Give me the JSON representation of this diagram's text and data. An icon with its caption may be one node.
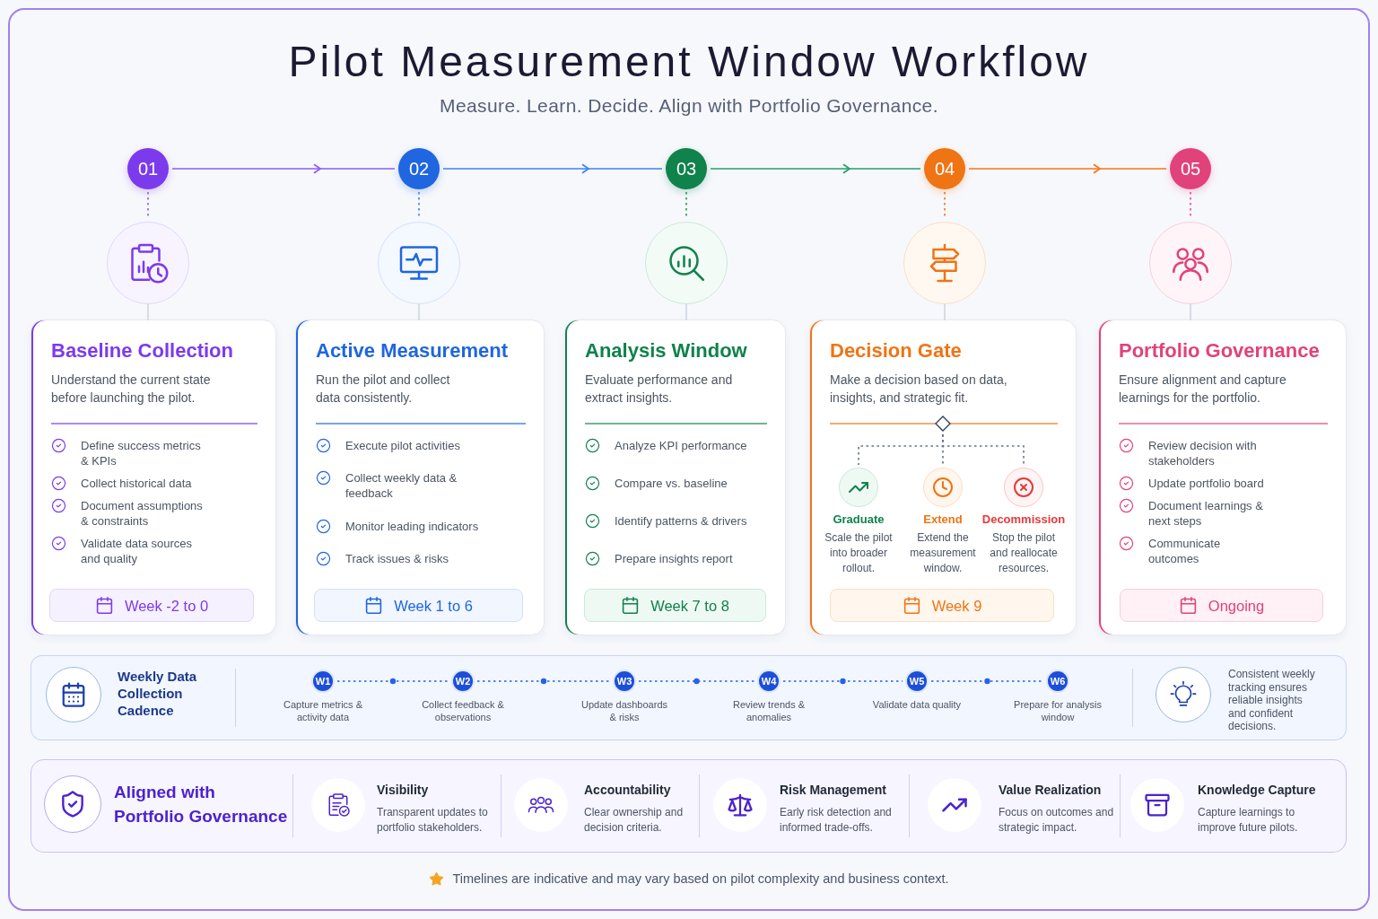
{
  "diagram": {
    "title": "Pilot Measurement Window Workflow",
    "nodes": [
      {
        "text": [
          "01"
        ]
      },
      {
        "text": [
          "02"
        ]
      },
      {
        "text": [
          "03"
        ]
      },
      {
        "text": [
          "04"
        ]
      },
      {
        "text": [
          "05"
        ]
      },
      {
        "text": [],
        "shape": "circle"
      },
      {
        "text": [],
        "shape": "circle"
      },
      {
        "text": [],
        "shape": "circle"
      },
      {
        "text": [],
        "shape": "circle"
      },
      {
        "text": [],
        "shape": "circle"
      },
      {
        "text": [
          "Baseline Collection",
          "Understand the current state before launching the pilot.",
          "Define success metrics & KPIs",
          "Collect historical data",
          "Document assumptions & constraints",
          "Validate data sources and quality"
        ]
      },
      {
        "text": [
          "Week -2 to 0"
        ],
        "in": 10
      },
      {
        "text": [
          "Active Measurement",
          "Run the pilot and collect data consistently.",
          "Execute pilot activities",
          "Collect weekly data & feedback",
          "Monitor leading indicators",
          "Track issues & risks"
        ]
      },
      {
        "text": [
          "Week 1 to 6"
        ],
        "in": 12
      },
      {
        "text": [
          "Analysis Window",
          "Evaluate performance and extract insights.",
          "Analyze KPI performance",
          "Compare vs. baseline",
          "Identify patterns & drivers",
          "Prepare insights report"
        ]
      },
      {
        "text": [
          "Week 7 to 8"
        ],
        "in": 14
      },
      {
        "text": [
          "Decision Gate",
          "Make a decision based on data, insights, and strategic fit."
        ]
      },
      {
        "text": [],
        "shape": "diamond",
        "in": 16
      },
      {
        "text": [],
        "shape": "circle",
        "in": 16,
        "beside": [
          "Graduate",
          "Scale the pilot into broader rollout."
        ]
      },
      {
        "text": [],
        "shape": "circle",
        "in": 16,
        "beside": [
          "Extend",
          "Extend the measurement window."
        ]
      },
      {
        "text": [],
        "shape": "circle",
        "in": 16,
        "beside": [
          "Decommission",
          "Stop the pilot and reallocate resources."
        ]
      },
      {
        "text": [
          "Week 9"
        ],
        "in": 16
      },
      {
        "text": [
          "Portfolio Governance",
          "Ensure alignment and capture learnings for the portfolio.",
          "Review decision with stakeholders",
          "Update portfolio board",
          "Document learnings & next steps",
          "Communicate outcomes"
        ]
      },
      {
        "text": [
          "Ongoing"
        ],
        "in": 22
      },
      {
        "text": [
          "Weekly Data Collection Cadence",
          "Consistent weekly tracking ensures reliable insights and confident decisions."
        ]
      },
      {
        "text": [
          "W1"
        ],
        "in": 24,
        "beside": [
          "Capture metrics & activity data"
        ]
      },
      {
        "text": [
          "W2"
        ],
        "in": 24,
        "beside": [
          "Collect feedback & observations"
        ]
      },
      {
        "text": [
          "W3"
        ],
        "in": 24,
        "beside": [
          "Update dashboards & risks"
        ]
      },
      {
        "text": [
          "W4"
        ],
        "in": 24,
        "beside": [
          "Review trends & anomalies"
        ]
      },
      {
        "text": [
          "W5"
        ],
        "in": 24,
        "beside": [
          "Validate data quality"
        ]
      },
      {
        "text": [
          "W6"
        ],
        "in": 24,
        "beside": [
          "Prepare for analysis window"
        ]
      },
      {
        "text": [
          "Aligned with Portfolio Governance",
          "Visibility",
          "Transparent updates to portfolio stakeholders.",
          "Accountability",
          "Clear ownership and decision criteria.",
          "Risk Management",
          "Early risk detection and informed trade-offs.",
          "Value Realization",
          "Focus on outcomes and strategic impact.",
          "Knowledge Capture",
          "Capture learnings to improve future pilots."
        ]
      }
    ],
    "edges": [
      {
        "from": 0,
        "to": 1,
        "arrow": "to",
        "color": "#8b5cf6"
      },
      {
        "from": 1,
        "to": 2,
        "arrow": "to",
        "color": "#3b82f6"
      },
      {
        "from": 2,
        "to": 3,
        "arrow": "to",
        "color": "#22a06b"
      },
      {
        "from": 3,
        "to": 4,
        "arrow": "to",
        "color": "#f97316"
      },
      {
        "from": 0,
        "to": 5,
        "arrow": "none",
        "style": "dashed",
        "color": "#8b5cf6"
      },
      {
        "from": 1,
        "to": 6,
        "arrow": "none",
        "style": "dashed",
        "color": "#3b82f6"
      },
      {
        "from": 2,
        "to": 7,
        "arrow": "none",
        "style": "dashed",
        "color": "#16a34a"
      },
      {
        "from": 3,
        "to": 8,
        "arrow": "none",
        "style": "dashed",
        "color": "#f97316"
      },
      {
        "from": 4,
        "to": 9,
        "arrow": "none",
        "style": "dashed",
        "color": "#ec4899"
      },
      {
        "from": 5,
        "to": 10,
        "arrow": "none"
      },
      {
        "from": 6,
        "to": 12,
        "arrow": "none"
      },
      {
        "from": 7,
        "to": 14,
        "arrow": "none"
      },
      {
        "from": 8,
        "to": 16,
        "arrow": "none"
      },
      {
        "from": 9,
        "to": 22,
        "arrow": "none"
      },
      {
        "from": 17,
        "to": 18,
        "arrow": "none",
        "style": "dashed",
        "color": "#64748b"
      },
      {
        "from": 17,
        "to": 19,
        "arrow": "none",
        "style": "dashed",
        "color": "#64748b"
      },
      {
        "from": 17,
        "to": 20,
        "arrow": "none",
        "style": "dashed",
        "color": "#64748b"
      },
      {
        "from": 25,
        "to": 26,
        "arrow": "none",
        "style": "dashed",
        "color": "#2563eb"
      },
      {
        "from": 26,
        "to": 27,
        "arrow": "none",
        "style": "dashed",
        "color": "#2563eb"
      },
      {
        "from": 27,
        "to": 28,
        "arrow": "none",
        "style": "dashed",
        "color": "#2563eb"
      },
      {
        "from": 28,
        "to": 29,
        "arrow": "none",
        "style": "dashed",
        "color": "#2563eb"
      },
      {
        "from": 29,
        "to": 30,
        "arrow": "none",
        "style": "dashed",
        "color": "#2563eb"
      }
    ],
    "labels": [
      "Measure. Learn. Decide. Align with Portfolio Governance.",
      "Timelines are indicative and may vary based on pilot complexity and business context."
    ]
  }
}
